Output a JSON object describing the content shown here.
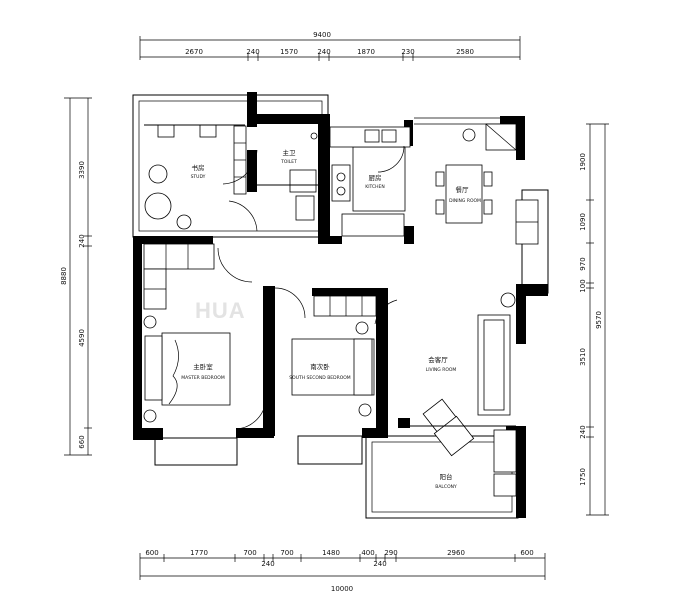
{
  "watermark": "HUA",
  "dims": {
    "top_total": "9400",
    "top": [
      "2670",
      "240",
      "1570",
      "240",
      "1870",
      "230",
      "2580"
    ],
    "bottom": [
      "600",
      "1770",
      "700",
      "700",
      "1480",
      "400",
      "290",
      "2960",
      "600"
    ],
    "bottom_sub": [
      "240",
      "240"
    ],
    "bottom_total": "10000",
    "left_total": "8880",
    "left": [
      "3390",
      "240",
      "4590",
      "660"
    ],
    "right": [
      "1900",
      "1090",
      "970",
      "100",
      "3510",
      "240",
      "1750"
    ],
    "right_total": "9570"
  },
  "rooms": {
    "study": {
      "cn": "书房",
      "en": "STUDY"
    },
    "toilet": {
      "cn": "主卫",
      "en": "TOILET"
    },
    "kitchen": {
      "cn": "厨房",
      "en": "KITCHEN"
    },
    "dining": {
      "cn": "餐厅",
      "en": "DINING ROOM"
    },
    "master": {
      "cn": "主卧室",
      "en": "MASTER BEDROOM"
    },
    "second": {
      "cn": "南次卧",
      "en": "SOUTH SECOND BEDROOM"
    },
    "living": {
      "cn": "会客厅",
      "en": "LIVING ROOM"
    },
    "balcony": {
      "cn": "阳台",
      "en": "BALCONY"
    }
  }
}
